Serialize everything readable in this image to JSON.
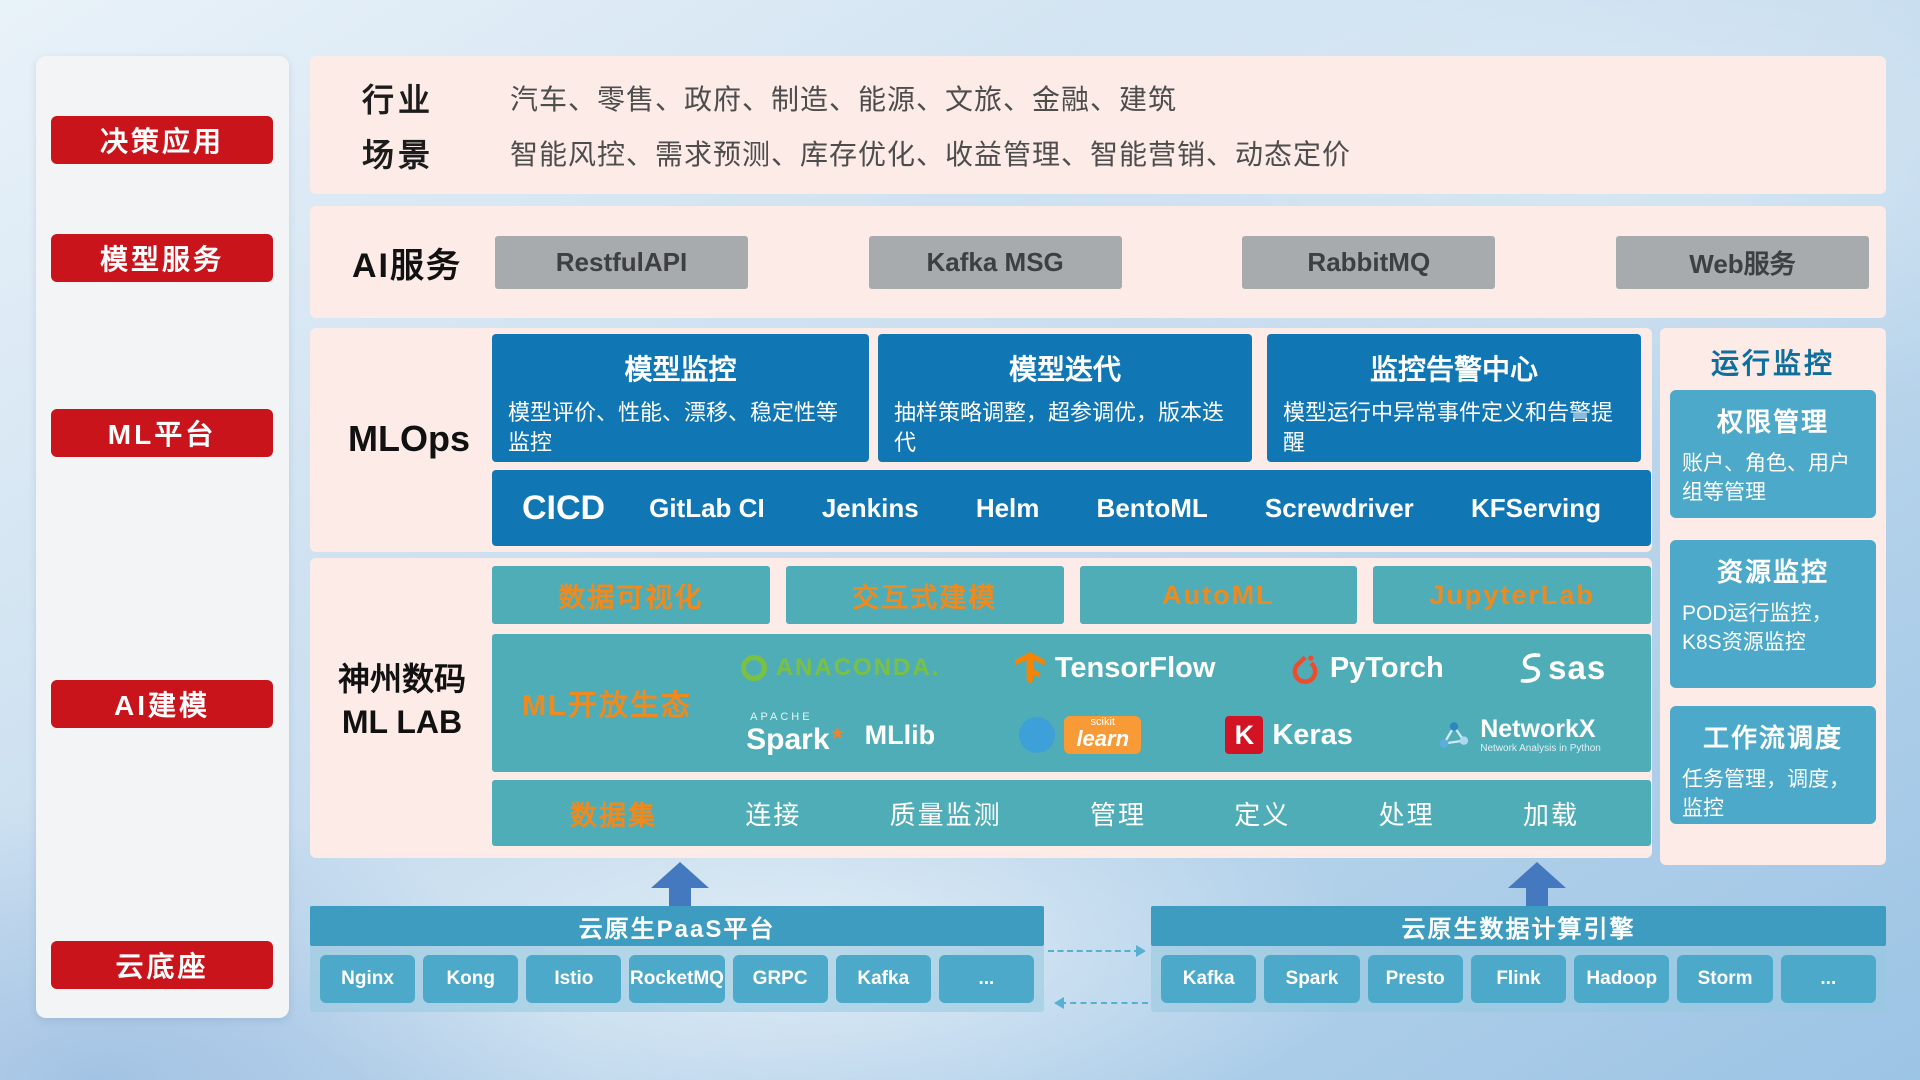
{
  "colors": {
    "accent_red": "#c9141b",
    "panel_pink": "#fcebe6",
    "mlops_blue": "#1076b4",
    "lab_teal": "#4fadb8",
    "accent_orange": "#ef8a1f",
    "monitor_blue": "#4da9c9",
    "bar_header_blue": "#3d9cc0",
    "service_gray": "#a8abad",
    "arrow_blue": "#4478bf"
  },
  "sidebar": {
    "items": [
      {
        "label": "决策应用"
      },
      {
        "label": "模型服务"
      },
      {
        "label": "ML平台"
      },
      {
        "label": "AI建模"
      },
      {
        "label": "云底座"
      }
    ]
  },
  "industry": {
    "rows": [
      {
        "label": "行业",
        "value": "汽车、零售、政府、制造、能源、文旅、金融、建筑"
      },
      {
        "label": "场景",
        "value": "智能风控、需求预测、库存优化、收益管理、智能营销、动态定价"
      }
    ]
  },
  "ai_service": {
    "label": "AI服务",
    "buttons": [
      "RestfulAPI",
      "Kafka MSG",
      "RabbitMQ",
      "Web服务"
    ]
  },
  "mlops": {
    "label": "MLOps",
    "cards": [
      {
        "title": "模型监控",
        "desc": "模型评价、性能、漂移、稳定性等监控"
      },
      {
        "title": "模型迭代",
        "desc": "抽样策略调整，超参调优，版本迭代"
      },
      {
        "title": "监控告警中心",
        "desc": "模型运行中异常事件定义和告警提醒"
      }
    ],
    "cicd": {
      "label": "CICD",
      "tools": [
        "GitLab CI",
        "Jenkins",
        "Helm",
        "BentoML",
        "Screwdriver",
        "KFServing"
      ]
    }
  },
  "mllab": {
    "label_line1": "神州数码",
    "label_line2": "ML LAB",
    "tools": [
      "数据可视化",
      "交互式建模",
      "AutoML",
      "JupyterLab"
    ],
    "ecosystem": {
      "label": "ML开放生态",
      "logos": {
        "anaconda": {
          "label": "ANACONDA."
        },
        "tensorflow": {
          "label": "TensorFlow"
        },
        "pytorch": {
          "label": "PyTorch"
        },
        "sas": {
          "label": "sas"
        },
        "spark": {
          "tag": "APACHE",
          "label": "Spark",
          "star": "★",
          "companion": "MLlib"
        },
        "sklearn": {
          "tag": "scikit",
          "label": "learn"
        },
        "keras": {
          "icon_letter": "K",
          "label": "Keras"
        },
        "networkx": {
          "label": "NetworkX",
          "sublabel": "Network Analysis in Python"
        }
      }
    },
    "dataset": {
      "label": "数据集",
      "items": [
        "连接",
        "质量监测",
        "管理",
        "定义",
        "处理",
        "加载"
      ]
    }
  },
  "monitoring": {
    "title": "运行监控",
    "cards": [
      {
        "title": "权限管理",
        "desc": "账户、角色、用户组等管理"
      },
      {
        "title": "资源监控",
        "desc": "POD运行监控，K8S资源监控"
      },
      {
        "title": "工作流调度",
        "desc": "任务管理，调度，监控"
      }
    ]
  },
  "bottom": {
    "paas": {
      "title": "云原生PaaS平台",
      "items": [
        "Nginx",
        "Kong",
        "Istio",
        "RocketMQ",
        "GRPC",
        "Kafka",
        "..."
      ]
    },
    "engine": {
      "title": "云原生数据计算引擎",
      "items": [
        "Kafka",
        "Spark",
        "Presto",
        "Flink",
        "Hadoop",
        "Storm",
        "..."
      ]
    }
  }
}
